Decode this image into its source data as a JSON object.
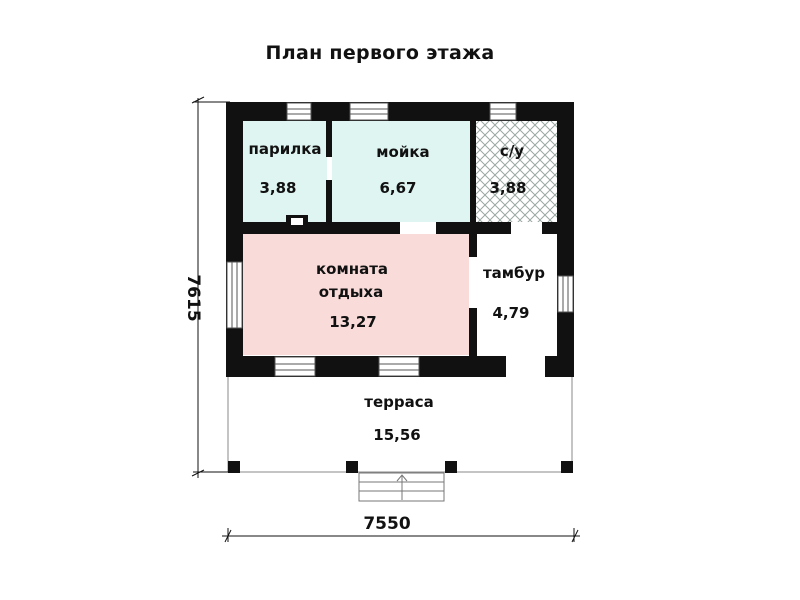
{
  "title": "План первого этажа",
  "dimensions": {
    "width": "7550",
    "height": "7615"
  },
  "rooms": {
    "parilka": {
      "name": "парилка",
      "area": "3,88"
    },
    "moika": {
      "name": "мойка",
      "area": "6,67"
    },
    "su": {
      "name": "с/у",
      "area": "3,88"
    },
    "komnata": {
      "name_line1": "комната",
      "name_line2": "отдыха",
      "area": "13,27"
    },
    "tambur": {
      "name": "тамбур",
      "area": "4,79"
    },
    "terrasa": {
      "name": "терраса",
      "area": "15,56"
    }
  },
  "colors": {
    "wall": "#111111",
    "wet_rooms": "#dff5f2",
    "lounge": "#f9dcd9",
    "bathroom_hatch": "#9aa7a3",
    "background": "#ffffff"
  }
}
